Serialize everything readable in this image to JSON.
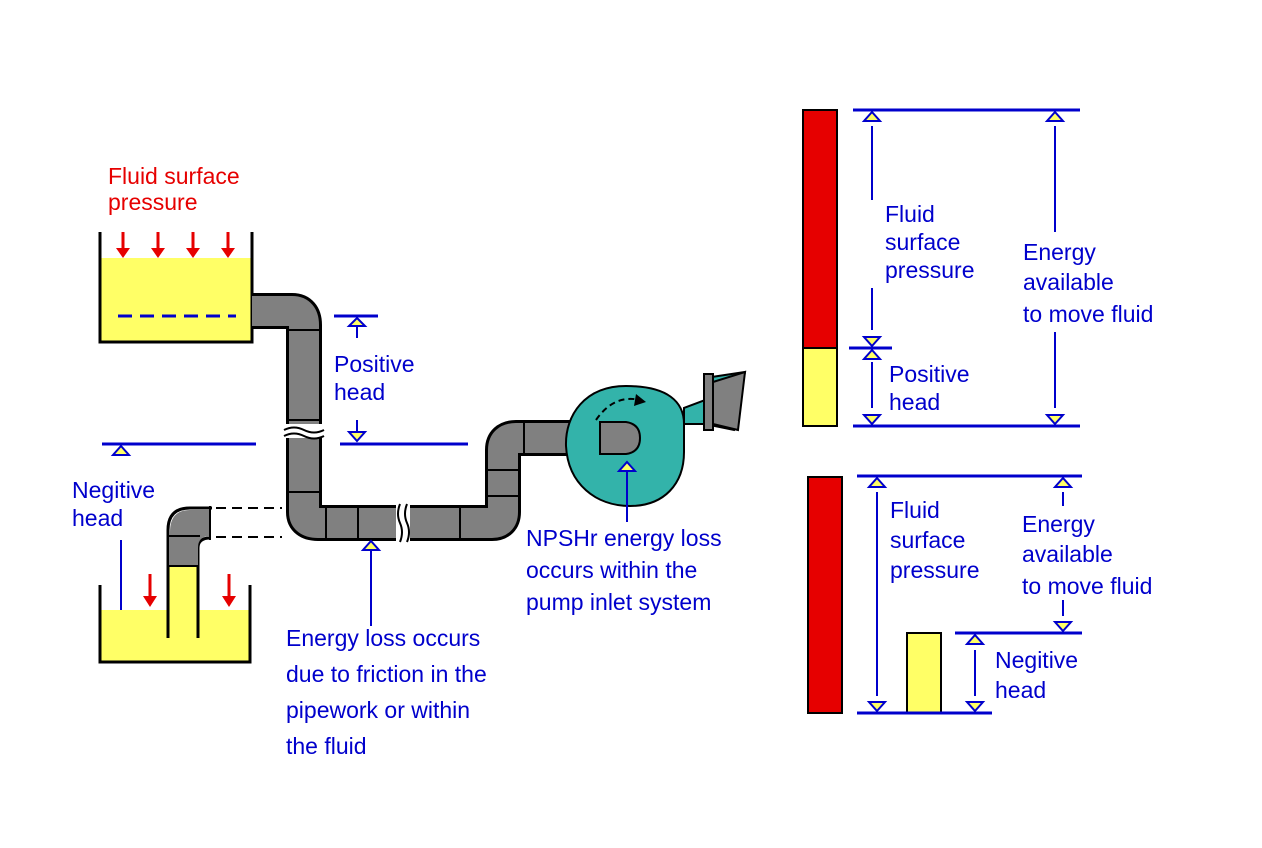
{
  "colors": {
    "label_blue": "#0000cc",
    "pressure_red": "#e60000",
    "fluid_yellow": "#ffff66",
    "pipe_grey": "#808080",
    "pump_teal": "#33b3aa",
    "arrow_fill": "#ffff66"
  },
  "left_diagram": {
    "surface_pressure_label": [
      "Fluid surface",
      "pressure"
    ],
    "positive_head_label": [
      "Positive",
      "head"
    ],
    "negative_head_label": [
      "Negitive",
      "head"
    ],
    "friction_loss_label": [
      "Energy loss occurs",
      "due to friction in the",
      "pipework or within",
      "the fluid"
    ],
    "npshr_label": [
      "NPSHr energy loss",
      "occurs within the",
      "pump inlet system"
    ]
  },
  "top_bar_chart": {
    "fluid_surface_pressure_label": [
      "Fluid",
      "surface",
      "pressure"
    ],
    "positive_head_label": [
      "Positive",
      "head"
    ],
    "energy_available_label": [
      "Energy",
      "available",
      "to move fluid"
    ]
  },
  "bottom_bar_chart": {
    "fluid_surface_pressure_label": [
      "Fluid",
      "surface",
      "pressure"
    ],
    "energy_available_label": [
      "Energy",
      "available",
      "to move fluid"
    ],
    "negative_head_label": [
      "Negitive",
      "head"
    ]
  }
}
